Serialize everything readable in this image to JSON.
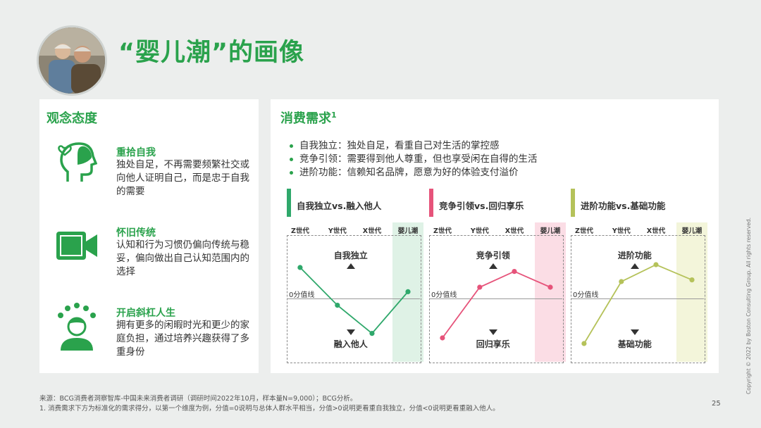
{
  "header": {
    "title": "“婴儿潮”的画像"
  },
  "left": {
    "title": "观念态度",
    "items": [
      {
        "title": "重拾自我",
        "desc": "独处自足，不再需要频繁社交或向他人证明自己，而是忠于自我的需要"
      },
      {
        "title": "怀旧传统",
        "desc": "认知和行为习惯仍偏向传统与稳妥，偏向做出自己认知范围内的选择"
      },
      {
        "title": "开启斜杠人生",
        "desc": "拥有更多的闲暇时光和更少的家庭负担，通过培养兴趣获得了多重身份"
      }
    ]
  },
  "right": {
    "title": "消费需求",
    "sup": "1",
    "bullets": [
      "自我独立：独处自足，看重自己对生活的掌控感",
      "竞争引领：需要得到他人尊重，但也享受闲在自得的生活",
      "进阶功能：信赖知名品牌，愿意为好的体验支付溢价"
    ]
  },
  "chart_data": [
    {
      "type": "line",
      "title": "自我独立vs.融入他人",
      "color": "#2fa86b",
      "highlight": "#dff2e6",
      "categories": [
        "Z世代",
        "Y世代",
        "X世代",
        "婴儿潮"
      ],
      "values": [
        0.55,
        -0.12,
        -0.62,
        0.12
      ],
      "top_label": "自我独立",
      "bottom_label": "融入他人",
      "zero_label": "0分值线",
      "ylim": [
        -1,
        1
      ]
    },
    {
      "type": "line",
      "title": "竞争引领vs.回归享乐",
      "color": "#e6537a",
      "highlight": "#fbdde5",
      "categories": [
        "Z世代",
        "Y世代",
        "X世代",
        "婴儿潮"
      ],
      "values": [
        -0.7,
        0.2,
        0.48,
        0.2
      ],
      "top_label": "竞争引领",
      "bottom_label": "回归享乐",
      "zero_label": "0分值线",
      "ylim": [
        -1,
        1
      ]
    },
    {
      "type": "line",
      "title": "进阶功能vs.基础功能",
      "color": "#b5c25a",
      "highlight": "#f3f5da",
      "categories": [
        "Z世代",
        "Y世代",
        "X世代",
        "婴儿潮"
      ],
      "values": [
        -0.8,
        0.3,
        0.6,
        0.33
      ],
      "top_label": "进阶功能",
      "bottom_label": "基础功能",
      "zero_label": "0分值线",
      "ylim": [
        -1,
        1
      ]
    }
  ],
  "footer": {
    "source": "来源：BCG消费者洞察智库-中国未来消费者调研（调研时间2022年10月，样本量N=9,000）；BCG分析。",
    "note": "1. 消费需求下方为标准化的需求得分，以第一个维度为例，分值=0说明与总体人群水平相当，分值>0说明更看重自我独立，分值<0说明更看重融入他人。",
    "copyright": "Copyright © 2022 by Boston Consulting Group. All rights reserved.",
    "page": "25"
  }
}
